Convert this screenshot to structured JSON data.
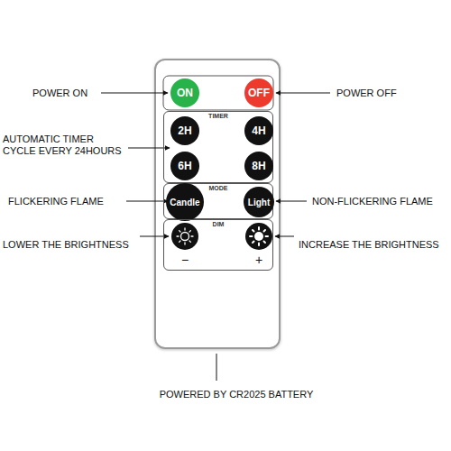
{
  "diagram": {
    "nodes": [
      {
        "text": [
          "ON"
        ]
      },
      {
        "text": [
          "OFF"
        ]
      },
      {
        "text": [
          "TIMER"
        ]
      },
      {
        "text": [
          "2H"
        ],
        "in": 2
      },
      {
        "text": [
          "4H"
        ],
        "in": 2
      },
      {
        "text": [
          "6H"
        ],
        "in": 2
      },
      {
        "text": [
          "8H"
        ],
        "in": 2
      },
      {
        "text": [
          "MODE"
        ]
      },
      {
        "text": [
          "Candle"
        ],
        "in": 7
      },
      {
        "text": [
          "Light"
        ],
        "in": 7
      },
      {
        "text": [
          "DIM"
        ]
      }
    ],
    "labels": [
      "POWER ON",
      "POWER OFF",
      "AUTOMATIC TIMER CYCLE EVERY 24HOURS",
      "FLICKERING FLAME",
      "NON-FLICKERING FLAME",
      "LOWER THE BRIGHTNESS",
      "−",
      "+",
      "INCREASE THE BRIGHTNESS",
      "POWERED BY CR2025 BATTERY"
    ]
  }
}
